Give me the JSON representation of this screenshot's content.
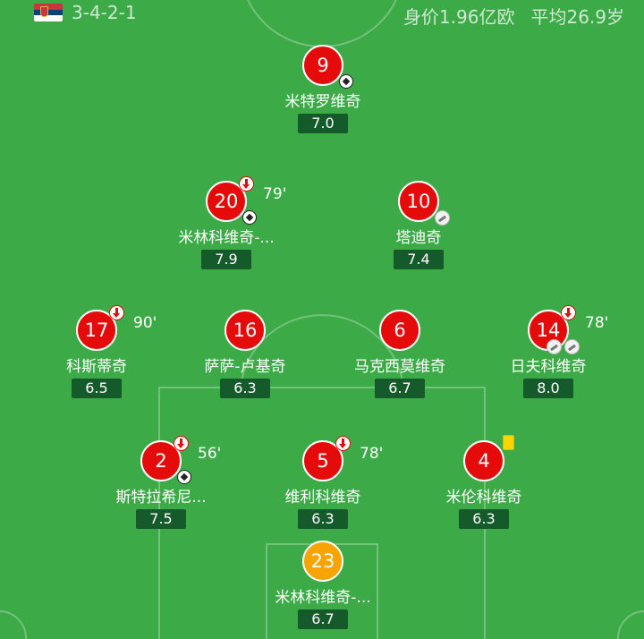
{
  "header": {
    "formation": "3-4-2-1",
    "value": "身价1.96亿欧",
    "avg_age": "平均26.9岁"
  },
  "players": [
    {
      "number": "9",
      "name": "米特罗维奇",
      "rating": "7.0"
    },
    {
      "number": "20",
      "name": "米林科维奇-...",
      "rating": "7.9",
      "sub_minute": "79'"
    },
    {
      "number": "10",
      "name": "塔迪奇",
      "rating": "7.4"
    },
    {
      "number": "17",
      "name": "科斯蒂奇",
      "rating": "6.5",
      "sub_minute": "90'"
    },
    {
      "number": "16",
      "name": "萨萨-卢基奇",
      "rating": "6.3"
    },
    {
      "number": "6",
      "name": "马克西莫维奇",
      "rating": "6.7"
    },
    {
      "number": "14",
      "name": "日夫科维奇",
      "rating": "8.0",
      "sub_minute": "78'"
    },
    {
      "number": "2",
      "name": "斯特拉希尼...",
      "rating": "7.5",
      "sub_minute": "56'"
    },
    {
      "number": "5",
      "name": "维利科维奇",
      "rating": "6.3",
      "sub_minute": "78'"
    },
    {
      "number": "4",
      "name": "米伦科维奇",
      "rating": "6.3"
    },
    {
      "number": "23",
      "name": "米林科维奇-...",
      "rating": "6.7"
    }
  ],
  "colors": {
    "pitch": "#3daa48",
    "outfield_circle": "#e50b0b",
    "goalkeeper_circle": "#f7a400",
    "rating_box": "#145a2a",
    "yellow_card": "#ffd400"
  }
}
